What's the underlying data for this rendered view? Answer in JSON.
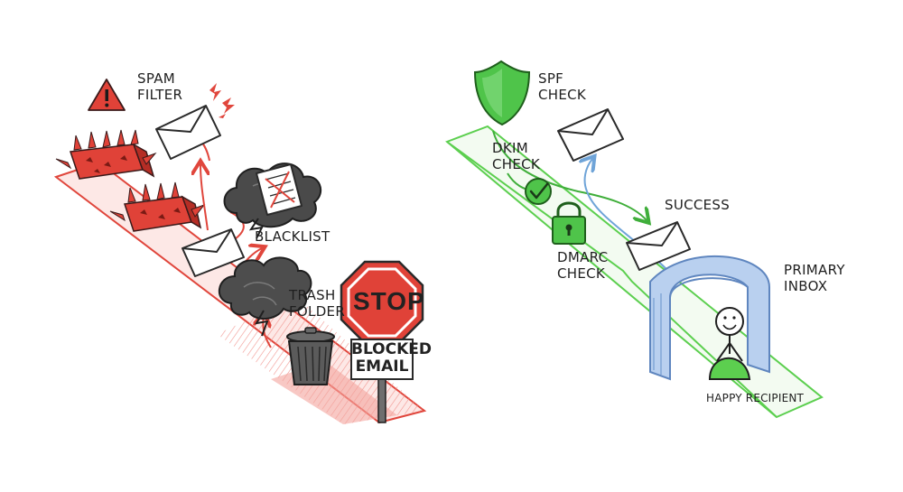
{
  "left_path": {
    "spam_filter_label": "SPAM\nFILTER",
    "blacklist_label": "BLACKLIST",
    "trash_folder_label": "TRASH\nFOLDER",
    "stop_sign_text": "STOP",
    "blocked_email_label": "BLOCKED\nEMAIL",
    "warning_icon": "warning-triangle-icon",
    "path_color": "#e0463c"
  },
  "right_path": {
    "spf_check_label": "SPF\nCHECK",
    "dkim_check_label": "DKIM\nCHECK",
    "dmarc_check_label": "DMARC\nCHECK",
    "success_label": "SUCCESS",
    "primary_inbox_label": "PRIMARY\nINBOX",
    "happy_recipient_label": "HAPPY RECIPIENT",
    "shield_icon": "shield-icon",
    "check_icon": "checkmark-icon",
    "lock_icon": "padlock-icon",
    "path_color": "#5ccf4f",
    "inbox_arch_color": "#8fb1dd"
  }
}
